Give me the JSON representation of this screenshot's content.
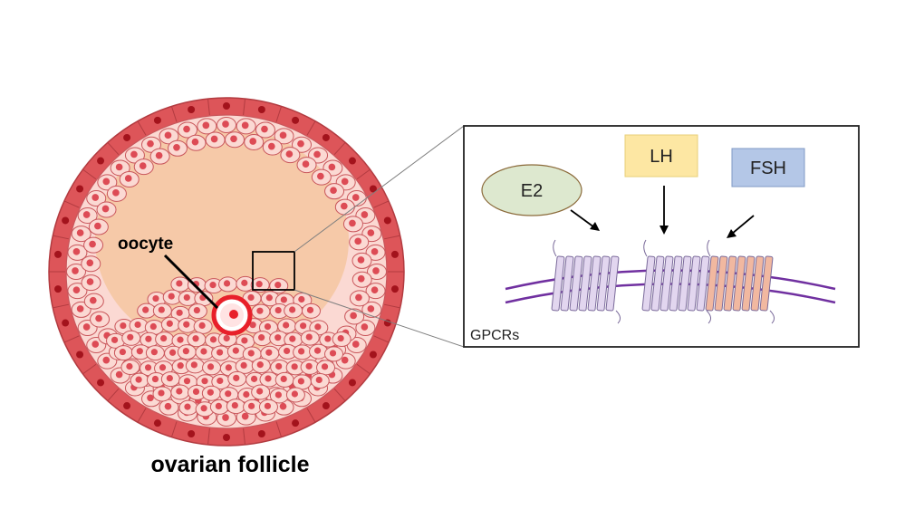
{
  "follicle": {
    "title": "ovarian follicle",
    "oocyte_label": "oocyte"
  },
  "inset": {
    "receptor_label": "GPCRs",
    "ligands": [
      {
        "id": "e2",
        "label": "E2",
        "fill": "#dde8cf",
        "stroke": "#8b6a3a"
      },
      {
        "id": "lh",
        "label": "LH",
        "fill": "#fde7a3",
        "stroke": "#e8cf7a"
      },
      {
        "id": "fsh",
        "label": "FSH",
        "fill": "#b4c7e7",
        "stroke": "#7f98c4"
      }
    ]
  },
  "colors": {
    "outer_ring": "#dd5559",
    "granulosa_fill": "#fbd9d3",
    "cell_nucleus": "#dd4b55",
    "antrum": "#f6c9a8",
    "oocyte": "#e8202a",
    "membrane": "#7030a0",
    "receptor_lilac": "#e2d6ef",
    "receptor_salmon": "#f1b8a0"
  }
}
